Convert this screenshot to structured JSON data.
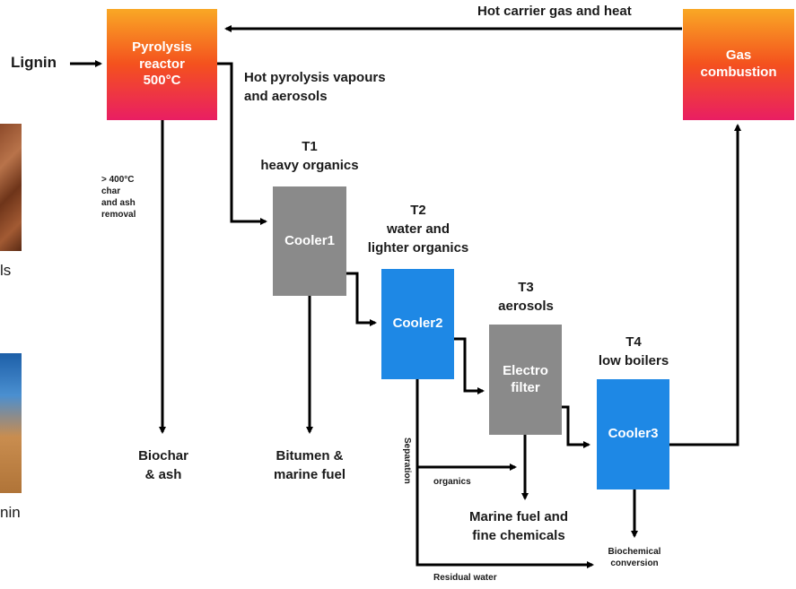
{
  "input_label": "Lignin",
  "nodes": {
    "pyrolysis": "Pyrolysis\nreactor\n500°C",
    "combustion": "Gas\ncombustion",
    "cooler1": "Cooler1",
    "cooler2": "Cooler2",
    "electro": "Electro\nfilter",
    "cooler3": "Cooler3"
  },
  "labels": {
    "hot_gas": "Hot carrier gas and heat",
    "vapours": "Hot pyrolysis vapours\nand aerosols",
    "t1": "T1\nheavy organics",
    "t2": "T2\nwater and\nlighter organics",
    "t3": "T3\naerosols",
    "t4": "T4\nlow boilers",
    "char_removal": "> 400°C\nchar\nand ash\nremoval",
    "biochar": "Biochar\n& ash",
    "bitumen": "Bitumen &\nmarine fuel",
    "separation": "Separation",
    "organics": "organics",
    "marine_fuel": "Marine fuel and\nfine chemicals",
    "residual_water": "Residual water",
    "biochemical": "Biochemical\nconversion"
  },
  "side_captions": {
    "top": "ls",
    "bottom": "nin"
  },
  "colors": {
    "gradient_top": "#f9a825",
    "gradient_bottom": "#e91e63",
    "cooler_blue": "#1e88e5",
    "grey_box": "#8a8a8a",
    "arrow": "#000000"
  }
}
